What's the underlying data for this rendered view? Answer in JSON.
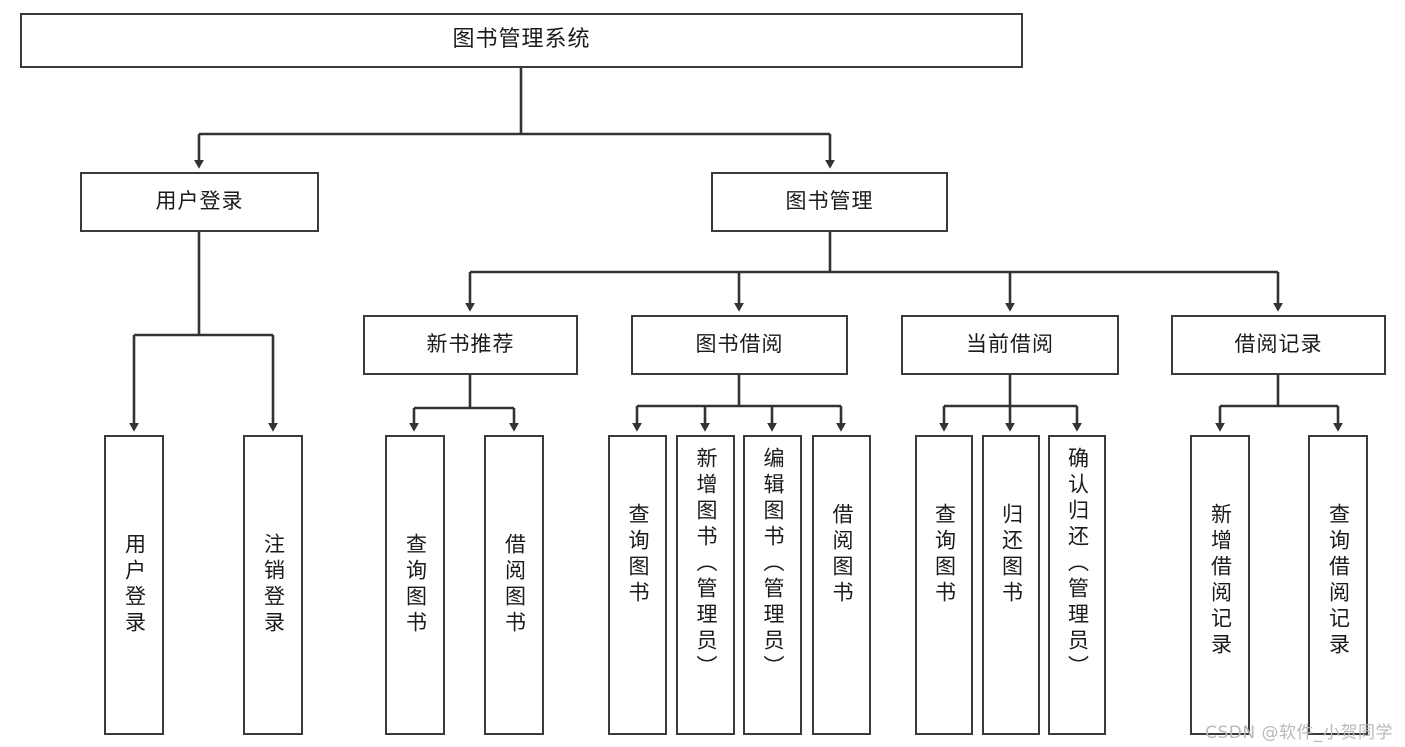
{
  "diagram": {
    "type": "tree",
    "title": "图书管理系统",
    "watermark": "CSDN @软件_小贺同学",
    "colors": {
      "box_border": "#3a3a3a",
      "box_fill": "#ffffff",
      "connector": "#333333",
      "text": "#1b1b1b",
      "watermark": "#b9b9b9"
    },
    "nodes": {
      "root": {
        "label": "图书管理系统"
      },
      "level1": [
        {
          "id": "user-login",
          "label": "用户登录"
        },
        {
          "id": "book-manage",
          "label": "图书管理"
        }
      ],
      "level2": [
        {
          "id": "new-book-recommend",
          "label": "新书推荐"
        },
        {
          "id": "book-borrow",
          "label": "图书借阅"
        },
        {
          "id": "current-borrow",
          "label": "当前借阅"
        },
        {
          "id": "borrow-record",
          "label": "借阅记录"
        }
      ],
      "leaves": {
        "user-login": [
          {
            "id": "leaf-user-login",
            "label": "用户登录"
          },
          {
            "id": "leaf-user-logout",
            "label": "注销登录"
          }
        ],
        "new-book-recommend": [
          {
            "id": "leaf-query-book-1",
            "label": "查询图书"
          },
          {
            "id": "leaf-borrow-book-1",
            "label": "借阅图书"
          }
        ],
        "book-borrow": [
          {
            "id": "leaf-query-book-2",
            "label": "查询图书"
          },
          {
            "id": "leaf-add-book",
            "label": "新增图书（管理员）"
          },
          {
            "id": "leaf-edit-book",
            "label": "编辑图书（管理员）"
          },
          {
            "id": "leaf-borrow-book-2",
            "label": "借阅图书"
          }
        ],
        "current-borrow": [
          {
            "id": "leaf-query-book-3",
            "label": "查询图书"
          },
          {
            "id": "leaf-return-book",
            "label": "归还图书"
          },
          {
            "id": "leaf-confirm-return",
            "label": "确认归还（管理员）"
          }
        ],
        "borrow-record": [
          {
            "id": "leaf-add-record",
            "label": "新增借阅记录"
          },
          {
            "id": "leaf-query-record",
            "label": "查询借阅记录"
          }
        ]
      }
    }
  }
}
